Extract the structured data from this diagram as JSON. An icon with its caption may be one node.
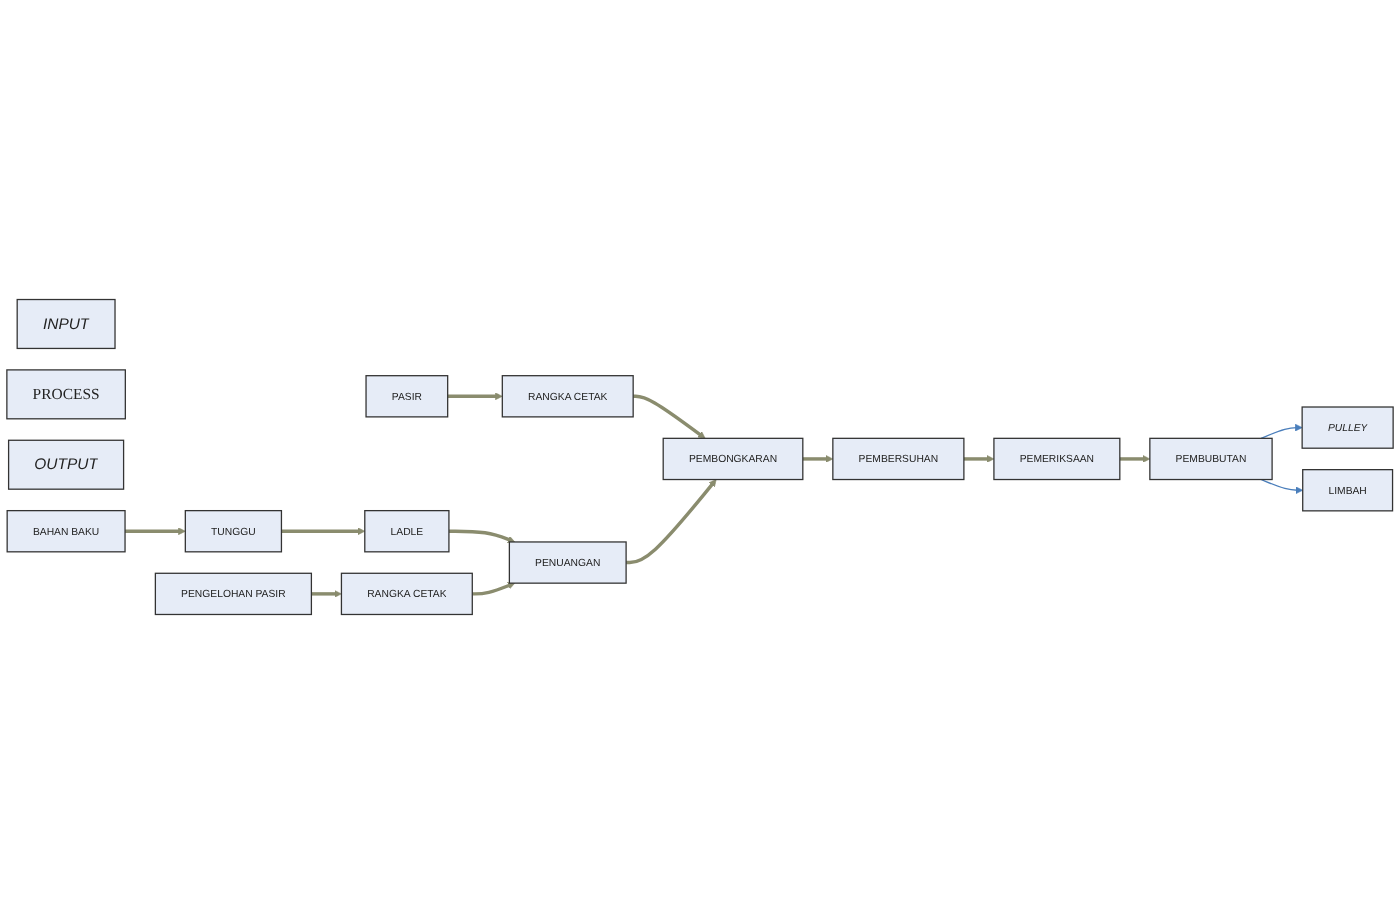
{
  "diagram": {
    "nodes": [
      {
        "text": [
          "INPUT"
        ]
      },
      {
        "text": [
          "PROCESS"
        ]
      },
      {
        "text": [
          "OUTPUT"
        ]
      },
      {
        "text": [
          "BAHAN BAKU"
        ]
      },
      {
        "text": [
          "TUNGGU"
        ]
      },
      {
        "text": [
          "LADLE"
        ]
      },
      {
        "text": [
          "PULLEY"
        ]
      },
      {
        "text": [
          "LIMBAH"
        ]
      },
      {
        "text": [
          "PENGELOHAN PASIR"
        ]
      },
      {
        "text": [
          "RANGKA CETAK"
        ]
      },
      {
        "text": [
          "PENUANGAN"
        ]
      },
      {
        "text": [
          "PASIR"
        ]
      },
      {
        "text": [
          "RANGKA CETAK"
        ]
      },
      {
        "text": [
          "PEMBONGKARAN"
        ]
      },
      {
        "text": [
          "PEMBERSUHAN"
        ]
      },
      {
        "text": [
          "PEMERIKSAAN"
        ]
      },
      {
        "text": [
          "PEMBUBUTAN"
        ]
      }
    ],
    "edges": [
      {
        "from": 3,
        "to": 4,
        "arrow": "to"
      },
      {
        "from": 4,
        "to": 5,
        "arrow": "to"
      },
      {
        "from": 5,
        "to": 10,
        "arrow": "to"
      },
      {
        "from": 8,
        "to": 9,
        "arrow": "to"
      },
      {
        "from": 9,
        "to": 10,
        "arrow": "to"
      },
      {
        "from": 11,
        "to": 12,
        "arrow": "to"
      },
      {
        "from": 12,
        "to": 13,
        "arrow": "to"
      },
      {
        "from": 10,
        "to": 13,
        "arrow": "to"
      },
      {
        "from": 13,
        "to": 14,
        "arrow": "to"
      },
      {
        "from": 14,
        "to": 15,
        "arrow": "to"
      },
      {
        "from": 15,
        "to": 16,
        "arrow": "to"
      },
      {
        "from": 16,
        "to": 6,
        "arrow": "to",
        "color": "#4a7ebb"
      },
      {
        "from": 16,
        "to": 7,
        "arrow": "to",
        "color": "#4a7ebb"
      }
    ]
  }
}
